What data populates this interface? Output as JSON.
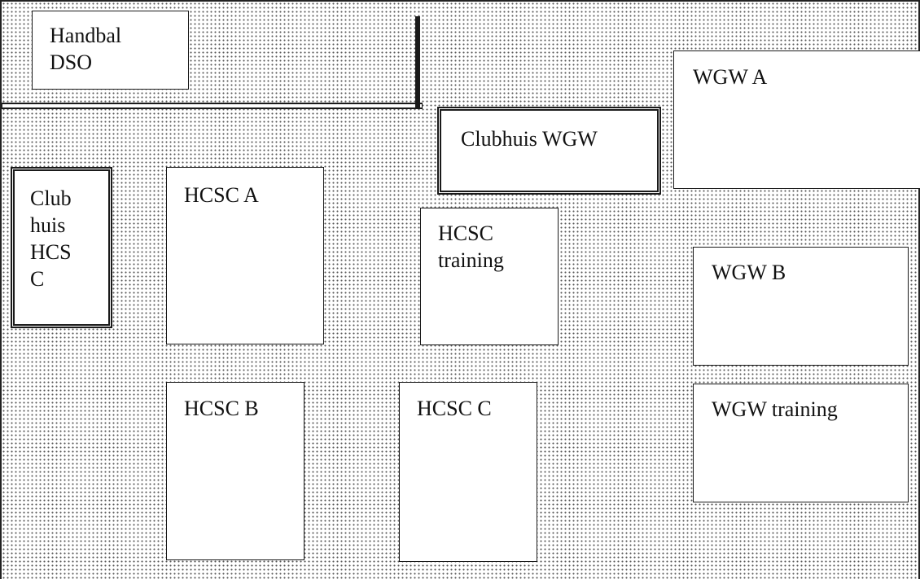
{
  "diagram": {
    "border_color": "#1a1a1a",
    "pattern": "dotted field",
    "areas": {
      "handbal_dso": "Handbal\nDSO",
      "clubhuis_wgw": "Clubhuis WGW",
      "wgw_a": "WGW A",
      "clubhuis_hcsc": "Club\nhuis\nHCS\nC",
      "hcsc_a": "HCSC A",
      "hcsc_training": "HCSC\ntraining",
      "wgw_b": "WGW B",
      "hcsc_b": "HCSC B",
      "hcsc_c": "HCSC C",
      "wgw_training": "WGW training"
    }
  }
}
